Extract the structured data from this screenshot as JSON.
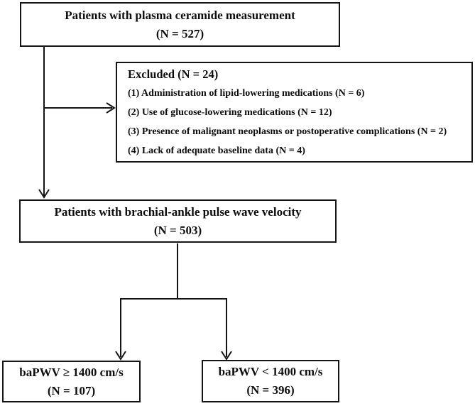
{
  "diagram": {
    "kind": "patient-flow-chart",
    "top_box": {
      "line1": "Patients with plasma ceramide measurement",
      "line2": "(N = 527)"
    },
    "excluded_box": {
      "heading": "Excluded (N = 24)",
      "items": [
        "(1) Administration of lipid-lowering medications (N = 6)",
        "(2) Use of glucose-lowering medications (N = 12)",
        "(3) Presence of malignant neoplasms or postoperative complications (N = 2)",
        "(4) Lack of adequate baseline data (N = 4)"
      ]
    },
    "middle_box": {
      "line1": "Patients with brachial-ankle pulse wave velocity",
      "line2": "(N = 503)"
    },
    "bottom_left_box": {
      "line1": "baPWV ≥ 1400 cm/s",
      "line2": "(N = 107)"
    },
    "bottom_right_box": {
      "line1": "baPWV < 1400 cm/s",
      "line2": "(N = 396)"
    },
    "colors": {
      "border": "#141414",
      "text": "#0d0d0d",
      "background": "#ffffff"
    }
  }
}
